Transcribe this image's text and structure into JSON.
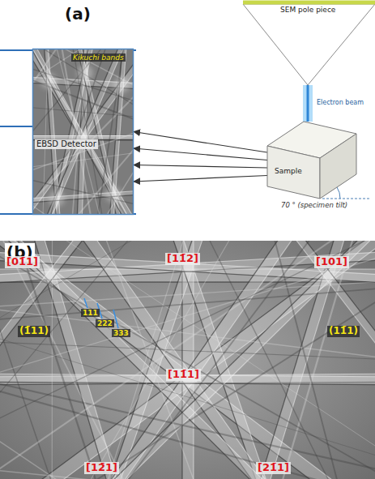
{
  "diagram": {
    "nodes": [
      {
        "text": [
          "SEM pole piece"
        ]
      },
      {
        "text": [
          "EBSD Detector",
          "Kikuchi bands"
        ]
      },
      {
        "text": [
          "Sample"
        ]
      }
    ],
    "edges": [
      {
        "from": 0,
        "to": 2,
        "arrow": "none",
        "label": "Electron beam"
      },
      {
        "from": 2,
        "to": 1,
        "arrow": "to"
      },
      {
        "from": 2,
        "to": 1,
        "arrow": "to"
      },
      {
        "from": 2,
        "to": 1,
        "arrow": "to"
      },
      {
        "from": 2,
        "to": 1,
        "arrow": "to"
      }
    ],
    "labels": [
      "(a)",
      "70 ° (specimen tilt)",
      "(b)",
      "[01̄1]",
      "[11̄2]",
      "[101]",
      "111",
      "222",
      "333",
      "(1̄11)",
      "(11̄1)",
      "[11̄1]",
      "[12̄1]",
      "[21̄1]"
    ]
  }
}
